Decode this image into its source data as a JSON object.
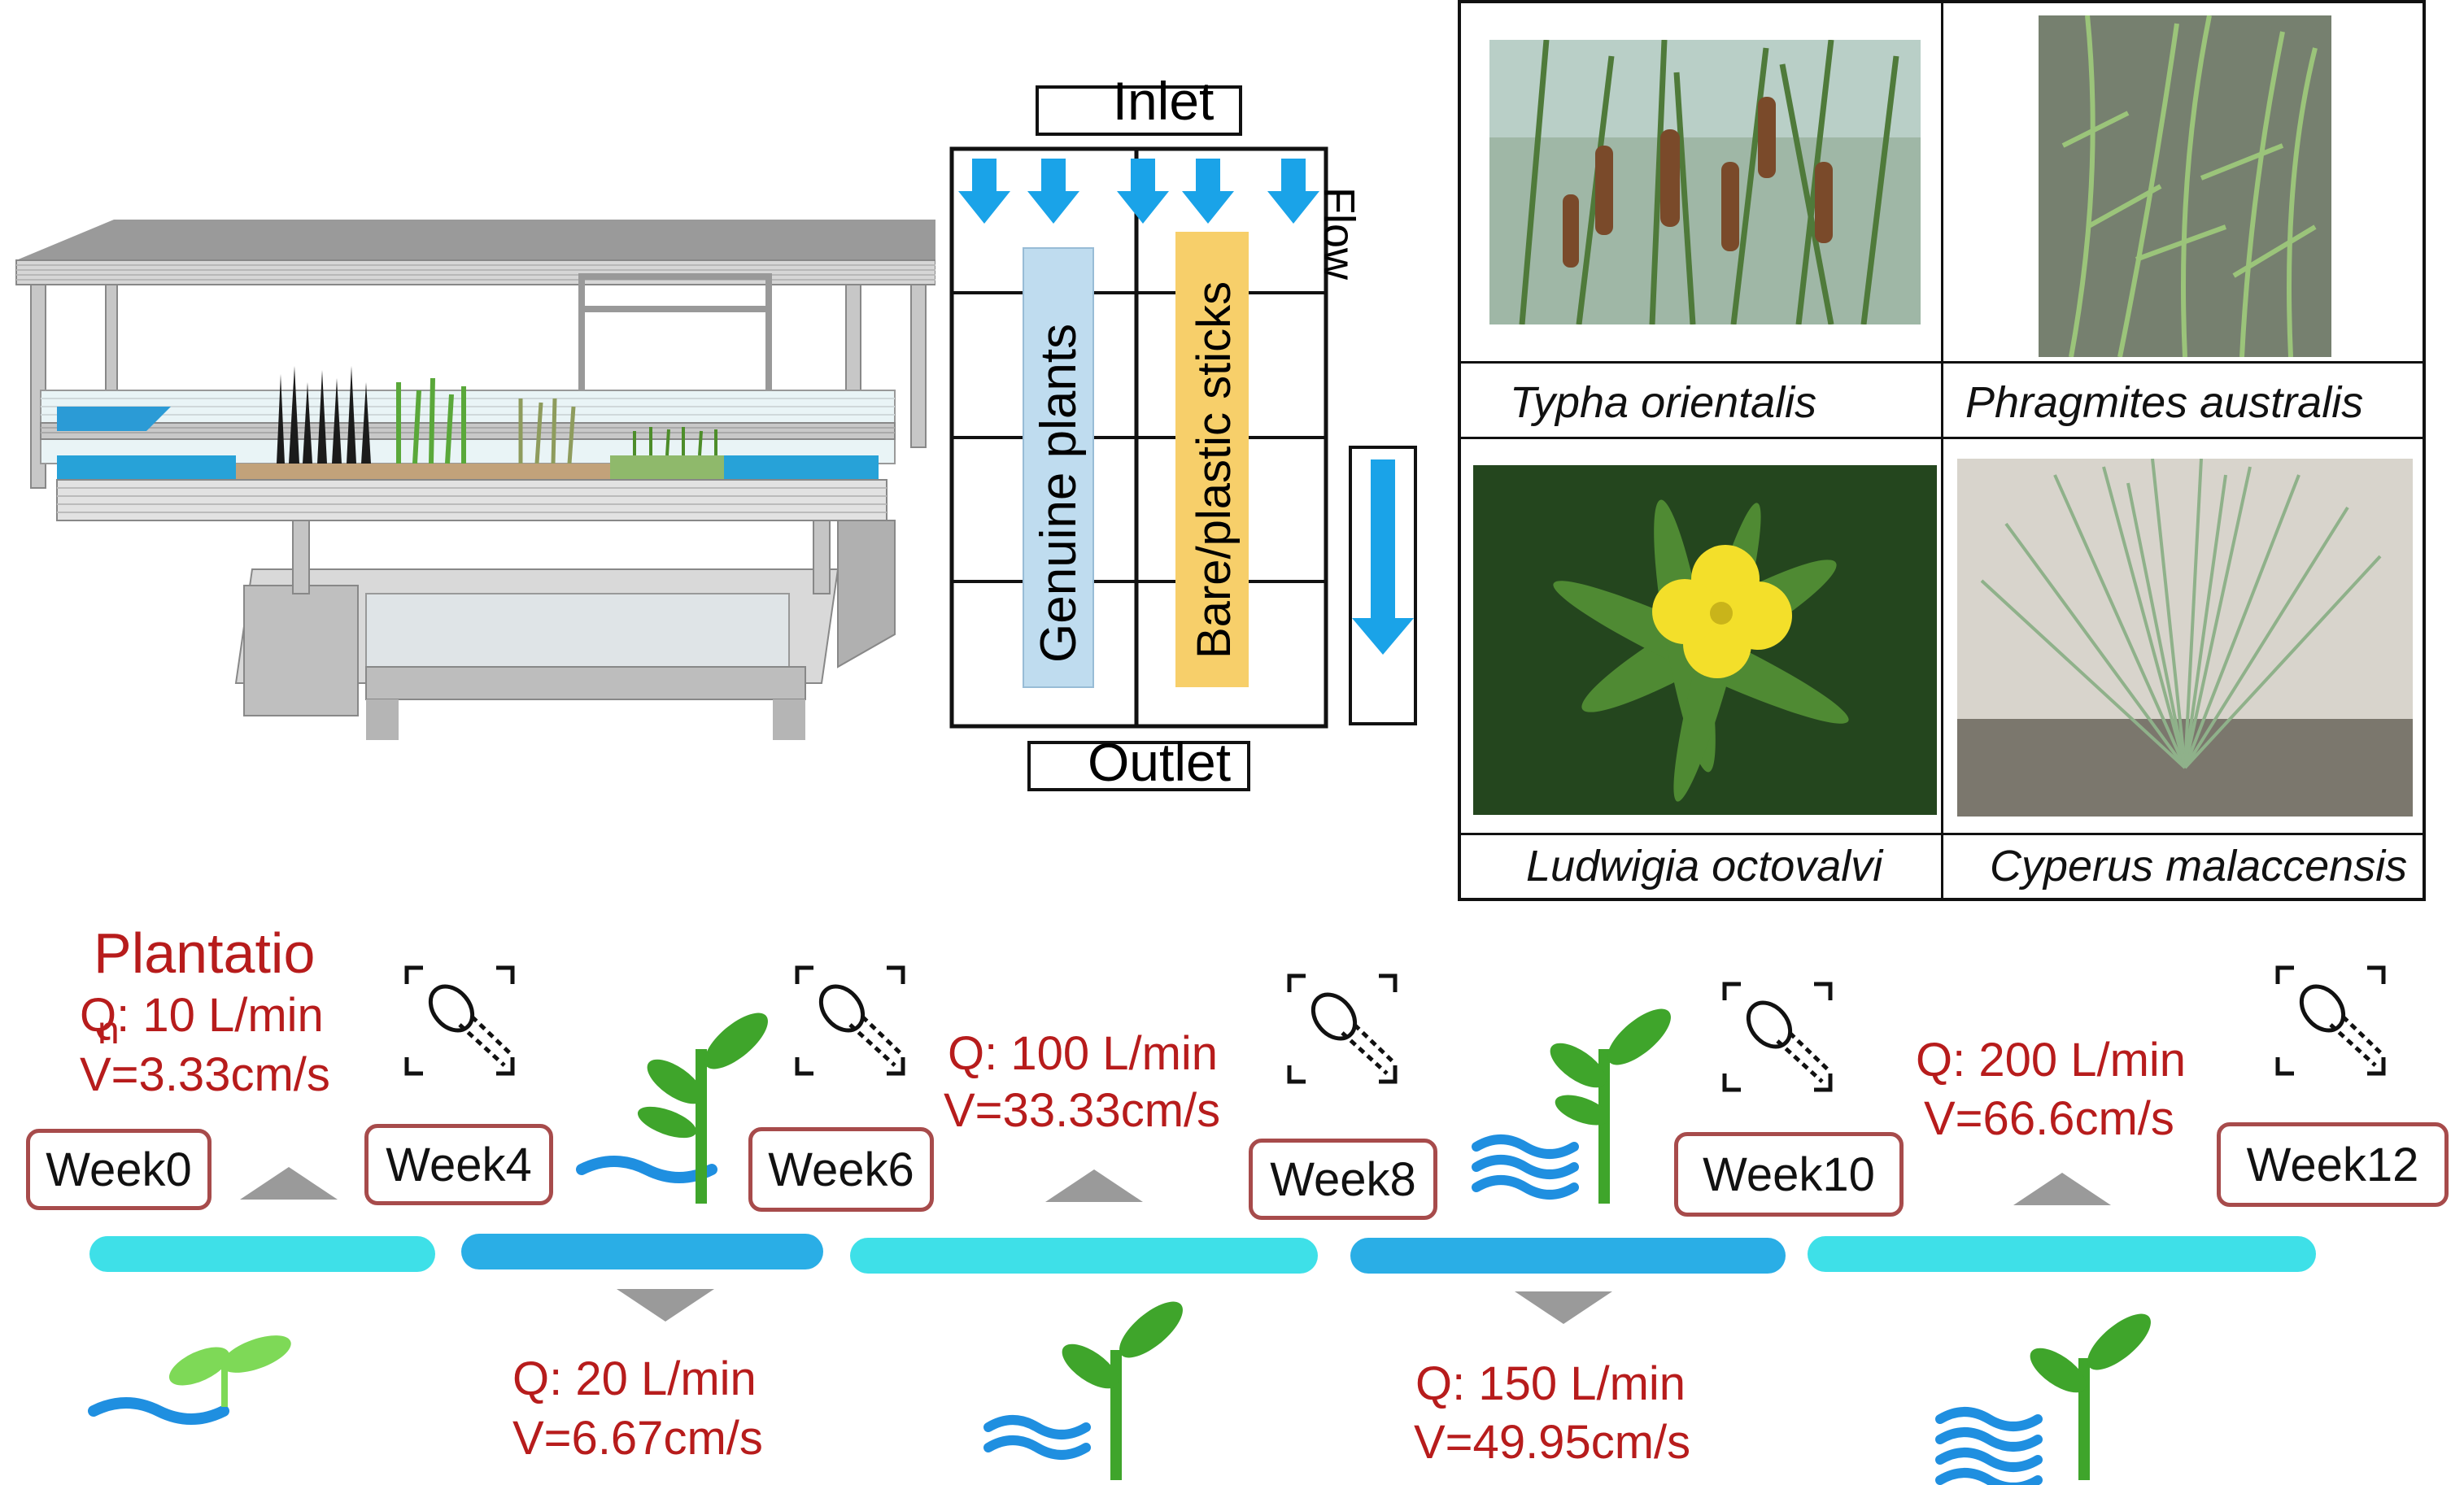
{
  "flume": {
    "inlet_label": "Inlet",
    "outlet_label": "Outlet",
    "flow_label": "Flow",
    "left_channel_label": "Genuine plants",
    "right_channel_label": "Bare/plastic sticks"
  },
  "species": [
    {
      "name": "Typha orientalis"
    },
    {
      "name": "Phragmites australis"
    },
    {
      "name": "Ludwigia octovalvi"
    },
    {
      "name": "Cyperus malaccensis"
    }
  ],
  "timeline": {
    "plantation_label": "Plantatio",
    "plantation_label_tail": "n",
    "weeks": [
      "Week0",
      "Week4",
      "Week6",
      "Week8",
      "Week10",
      "Week12"
    ],
    "flows": [
      {
        "q": "Q: 10 L/min",
        "v": "V=3.33cm/s"
      },
      {
        "q": "Q: 20 L/min",
        "v": "V=6.67cm/s"
      },
      {
        "q": "Q: 100 L/min",
        "v": "V=33.33cm/s"
      },
      {
        "q": "Q: 150 L/min",
        "v": "V=49.95cm/s"
      },
      {
        "q": "Q: 200 L/min",
        "v": "V=66.6cm/s"
      }
    ]
  },
  "colors": {
    "red_text": "#b71c1c",
    "arrow_blue": "#1aa3e8",
    "bar_light": "#3ee0e8",
    "bar_dark": "#2aaee6",
    "plant_green": "#3fa52b",
    "week_border": "#a74b4b"
  }
}
